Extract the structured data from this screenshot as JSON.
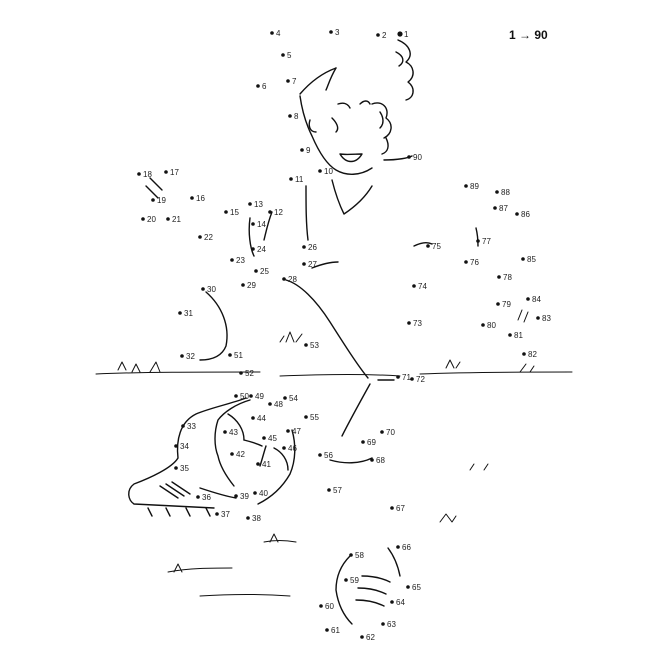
{
  "puzzle": {
    "range_label": "1 → 90",
    "dots": [
      {
        "n": "1"
      },
      {
        "n": "2"
      },
      {
        "n": "3"
      },
      {
        "n": "4"
      },
      {
        "n": "5"
      },
      {
        "n": "6"
      },
      {
        "n": "7"
      },
      {
        "n": "8"
      },
      {
        "n": "9"
      },
      {
        "n": "10"
      },
      {
        "n": "11"
      },
      {
        "n": "12"
      },
      {
        "n": "13"
      },
      {
        "n": "14"
      },
      {
        "n": "15"
      },
      {
        "n": "16"
      },
      {
        "n": "17"
      },
      {
        "n": "18"
      },
      {
        "n": "19"
      },
      {
        "n": "20"
      },
      {
        "n": "21"
      },
      {
        "n": "22"
      },
      {
        "n": "23"
      },
      {
        "n": "24"
      },
      {
        "n": "25"
      },
      {
        "n": "26"
      },
      {
        "n": "27"
      },
      {
        "n": "28"
      },
      {
        "n": "29"
      },
      {
        "n": "30"
      },
      {
        "n": "31"
      },
      {
        "n": "32"
      },
      {
        "n": "33"
      },
      {
        "n": "34"
      },
      {
        "n": "35"
      },
      {
        "n": "36"
      },
      {
        "n": "37"
      },
      {
        "n": "38"
      },
      {
        "n": "39"
      },
      {
        "n": "40"
      },
      {
        "n": "41"
      },
      {
        "n": "42"
      },
      {
        "n": "43"
      },
      {
        "n": "44"
      },
      {
        "n": "45"
      },
      {
        "n": "46"
      },
      {
        "n": "47"
      },
      {
        "n": "48"
      },
      {
        "n": "49"
      },
      {
        "n": "50"
      },
      {
        "n": "51"
      },
      {
        "n": "52"
      },
      {
        "n": "53"
      },
      {
        "n": "54"
      },
      {
        "n": "55"
      },
      {
        "n": "56"
      },
      {
        "n": "57"
      },
      {
        "n": "58"
      },
      {
        "n": "59"
      },
      {
        "n": "60"
      },
      {
        "n": "61"
      },
      {
        "n": "62"
      },
      {
        "n": "63"
      },
      {
        "n": "64"
      },
      {
        "n": "65"
      },
      {
        "n": "66"
      },
      {
        "n": "67"
      },
      {
        "n": "68"
      },
      {
        "n": "69"
      },
      {
        "n": "70"
      },
      {
        "n": "71"
      },
      {
        "n": "72"
      },
      {
        "n": "73"
      },
      {
        "n": "74"
      },
      {
        "n": "75"
      },
      {
        "n": "76"
      },
      {
        "n": "77"
      },
      {
        "n": "78"
      },
      {
        "n": "79"
      },
      {
        "n": "80"
      },
      {
        "n": "81"
      },
      {
        "n": "82"
      },
      {
        "n": "83"
      },
      {
        "n": "84"
      },
      {
        "n": "85"
      },
      {
        "n": "86"
      },
      {
        "n": "87"
      },
      {
        "n": "88"
      },
      {
        "n": "89"
      },
      {
        "n": "90"
      }
    ]
  }
}
